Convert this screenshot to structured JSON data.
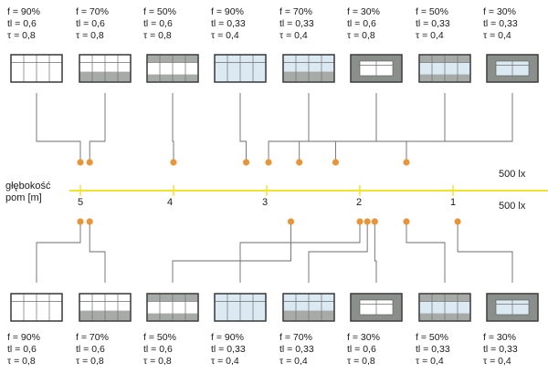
{
  "axis": {
    "title_line1": "głębokość",
    "title_line2": "pom [m]",
    "ticks": [
      "5",
      "4",
      "3",
      "2",
      "1"
    ],
    "lux_labels": [
      "500 lx",
      "500 lx"
    ]
  },
  "top_row": [
    {
      "f": "f = 90%",
      "tl": "tl = 0,6",
      "tau": "τ = 0,8",
      "style": "plain",
      "marker_depth": 5.0
    },
    {
      "f": "f = 70%",
      "tl": "tl = 0,6",
      "tau": "τ = 0,8",
      "style": "lower",
      "marker_depth": 4.9
    },
    {
      "f": "f = 50%",
      "tl": "tl = 0,6",
      "tau": "τ = 0,8",
      "style": "band",
      "marker_depth": 4.0
    },
    {
      "f": "f = 90%",
      "tl": "tl = 0,33",
      "tau": "τ = 0,4",
      "style": "tint",
      "marker_depth": 3.22
    },
    {
      "f": "f = 70%",
      "tl": "tl = 0,33",
      "tau": "τ = 0,4",
      "style": "tintlower",
      "marker_depth": 2.98
    },
    {
      "f": "f = 30%",
      "tl": "tl = 0,6",
      "tau": "τ = 0,8",
      "style": "dark",
      "marker_depth": 2.65
    },
    {
      "f": "f = 50%",
      "tl": "tl = 0,33",
      "tau": "τ = 0,4",
      "style": "tintband",
      "marker_depth": 2.26
    },
    {
      "f": "f = 30%",
      "tl": "tl = 0,33",
      "tau": "τ = 0,4",
      "style": "tintdark",
      "marker_depth": 1.5
    }
  ],
  "bottom_row": [
    {
      "f": "f = 90%",
      "tl": "tl = 0,6",
      "tau": "τ = 0,8",
      "style": "plain",
      "marker_depth": 5.0
    },
    {
      "f": "f = 70%",
      "tl": "tl = 0,6",
      "tau": "τ = 0,8",
      "style": "lower",
      "marker_depth": 4.9
    },
    {
      "f": "f = 50%",
      "tl": "tl = 0,6",
      "tau": "τ = 0,8",
      "style": "band",
      "marker_depth": 2.74
    },
    {
      "f": "f = 90%",
      "tl": "tl = 0,33",
      "tau": "τ = 0,4",
      "style": "tint",
      "marker_depth": 2.0
    },
    {
      "f": "f = 70%",
      "tl": "tl = 0,33",
      "tau": "τ = 0,4",
      "style": "tintlower",
      "marker_depth": 1.92
    },
    {
      "f": "f = 30%",
      "tl": "tl = 0,6",
      "tau": "τ = 0,8",
      "style": "dark",
      "marker_depth": 1.84
    },
    {
      "f": "f = 50%",
      "tl": "tl = 0,33",
      "tau": "τ = 0,4",
      "style": "tintband",
      "marker_depth": 1.5
    },
    {
      "f": "f = 30%",
      "tl": "tl = 0,33",
      "tau": "τ = 0,4",
      "style": "tintdark",
      "marker_depth": 0.95
    }
  ],
  "colors": {
    "axis_line": "#f2e32f",
    "marker": "#e8953a",
    "leader": "#6b6b6b",
    "wall_dark": "#8a8f8c",
    "wall_mid": "#a7aba8",
    "glass_tint": "#dbe9f2",
    "frame": "#3a3a3a"
  }
}
